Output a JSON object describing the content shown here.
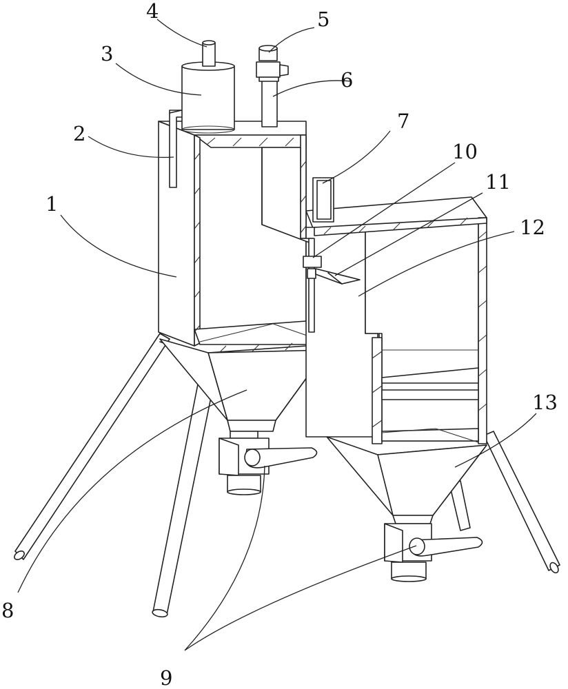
{
  "labels": {
    "l1": "1",
    "l2": "2",
    "l3": "3",
    "l4": "4",
    "l5": "5",
    "l6": "6",
    "l7": "7",
    "l8": "8",
    "l9": "9",
    "l10": "10",
    "l11": "11",
    "l12": "12",
    "l13": "13"
  },
  "colors": {
    "stroke": "#222222",
    "background": "#ffffff"
  }
}
